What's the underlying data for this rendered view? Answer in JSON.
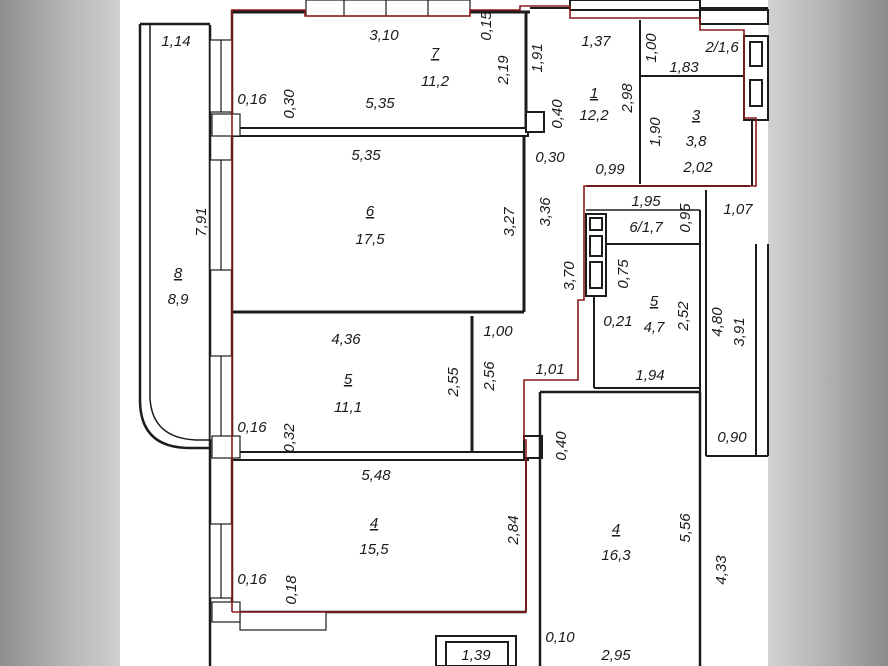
{
  "plan": {
    "colors": {
      "wall": "#1c1c1c",
      "boundary": "#8b1a1a",
      "paper": "#ffffff",
      "background": "#9a9a9a"
    },
    "rooms": [
      {
        "id": "room-7",
        "number": "7",
        "area": "11,2"
      },
      {
        "id": "room-1",
        "number": "1",
        "area": "12,2"
      },
      {
        "id": "room-3",
        "number": "3",
        "area": "3,8"
      },
      {
        "id": "room-2",
        "number": "2/1,6",
        "area": ""
      },
      {
        "id": "room-6",
        "number": "6",
        "area": "17,5"
      },
      {
        "id": "room-6-1",
        "number": "6/1,7",
        "area": ""
      },
      {
        "id": "room-5-small",
        "number": "5",
        "area": "4,7"
      },
      {
        "id": "room-5",
        "number": "5",
        "area": "11,1"
      },
      {
        "id": "room-8",
        "number": "8",
        "area": "8,9"
      },
      {
        "id": "room-4",
        "number": "4",
        "area": "15,5"
      },
      {
        "id": "room-4-right",
        "number": "4",
        "area": "16,3"
      }
    ],
    "dimensions": [
      {
        "id": "d-1-14",
        "text": "1,14"
      },
      {
        "id": "d-3-10",
        "text": "3,10"
      },
      {
        "id": "d-0-15",
        "text": "0,15"
      },
      {
        "id": "d-1-37",
        "text": "1,37"
      },
      {
        "id": "d-1-00-a",
        "text": "1,00"
      },
      {
        "id": "d-1-91",
        "text": "1,91"
      },
      {
        "id": "d-2-19",
        "text": "2,19"
      },
      {
        "id": "d-1-83",
        "text": "1,83"
      },
      {
        "id": "d-0-16-a",
        "text": "0,16"
      },
      {
        "id": "d-0-30-a",
        "text": "0,30"
      },
      {
        "id": "d-5-35-a",
        "text": "5,35"
      },
      {
        "id": "d-0-40-a",
        "text": "0,40"
      },
      {
        "id": "d-2-98",
        "text": "2,98"
      },
      {
        "id": "d-1-90",
        "text": "1,90"
      },
      {
        "id": "d-5-35-b",
        "text": "5,35"
      },
      {
        "id": "d-0-30-b",
        "text": "0,30"
      },
      {
        "id": "d-0-99",
        "text": "0,99"
      },
      {
        "id": "d-2-02",
        "text": "2,02"
      },
      {
        "id": "d-1-95",
        "text": "1,95"
      },
      {
        "id": "d-0-95",
        "text": "0,95"
      },
      {
        "id": "d-1-07",
        "text": "1,07"
      },
      {
        "id": "d-7-91",
        "text": "7,91"
      },
      {
        "id": "d-3-27",
        "text": "3,27"
      },
      {
        "id": "d-3-36",
        "text": "3,36"
      },
      {
        "id": "d-3-70",
        "text": "3,70"
      },
      {
        "id": "d-0-75",
        "text": "0,75"
      },
      {
        "id": "d-4-80",
        "text": "4,80"
      },
      {
        "id": "d-3-91",
        "text": "3,91"
      },
      {
        "id": "d-2-52",
        "text": "2,52"
      },
      {
        "id": "d-0-21",
        "text": "0,21"
      },
      {
        "id": "d-4-36",
        "text": "4,36"
      },
      {
        "id": "d-1-00-b",
        "text": "1,00"
      },
      {
        "id": "d-2-55",
        "text": "2,55"
      },
      {
        "id": "d-2-56",
        "text": "2,56"
      },
      {
        "id": "d-1-01",
        "text": "1,01"
      },
      {
        "id": "d-1-94",
        "text": "1,94"
      },
      {
        "id": "d-0-16-b",
        "text": "0,16"
      },
      {
        "id": "d-0-32",
        "text": "0,32"
      },
      {
        "id": "d-0-40-b",
        "text": "0,40"
      },
      {
        "id": "d-0-90",
        "text": "0,90"
      },
      {
        "id": "d-5-48",
        "text": "5,48"
      },
      {
        "id": "d-2-84",
        "text": "2,84"
      },
      {
        "id": "d-5-56",
        "text": "5,56"
      },
      {
        "id": "d-4-33",
        "text": "4,33"
      },
      {
        "id": "d-0-16-c",
        "text": "0,16"
      },
      {
        "id": "d-0-18",
        "text": "0,18"
      },
      {
        "id": "d-0-10",
        "text": "0,10"
      },
      {
        "id": "d-1-39",
        "text": "1,39"
      },
      {
        "id": "d-2-95",
        "text": "2,95"
      }
    ]
  }
}
